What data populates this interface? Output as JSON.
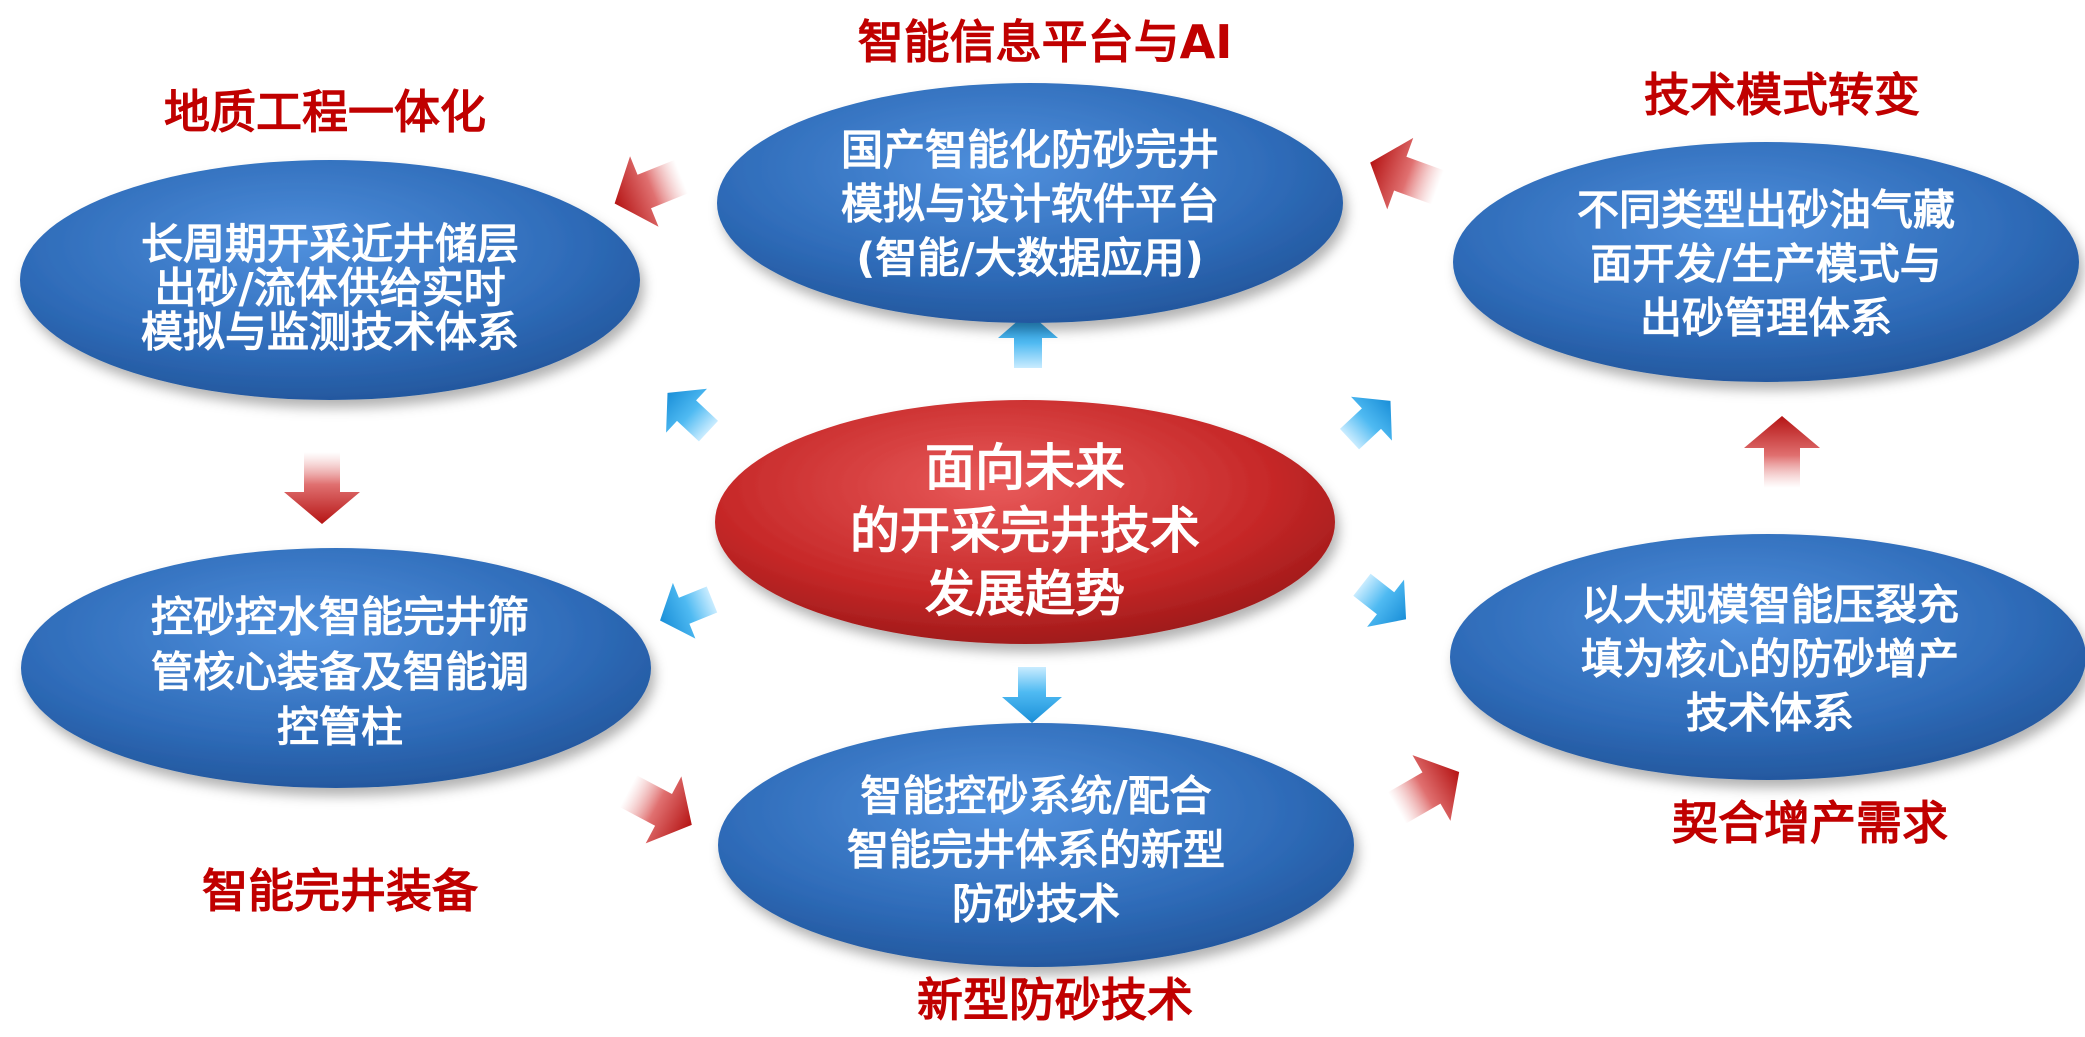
{
  "center": {
    "lines": [
      "面向未来",
      "的开采完井技术",
      "发展趋势"
    ],
    "color": "#c62828"
  },
  "nodes": [
    {
      "key": "top",
      "caption": "智能信息平台与AI",
      "lines": [
        "国产智能化防砂完井",
        "模拟与设计软件平台",
        "(智能/大数据应用)"
      ]
    },
    {
      "key": "top-left",
      "caption": "地质工程一体化",
      "lines": [
        "长周期开采近井储层",
        "出砂/流体供给实时",
        "模拟与监测技术体系"
      ]
    },
    {
      "key": "top-right",
      "caption": "技术模式转变",
      "lines": [
        "不同类型出砂油气藏",
        "面开发/生产模式与",
        "出砂管理体系"
      ]
    },
    {
      "key": "bottom-left",
      "caption": "智能完井装备",
      "lines": [
        "控砂控水智能完井筛",
        "管核心装备及智能调",
        "控管柱"
      ]
    },
    {
      "key": "bottom",
      "caption": "新型防砂技术",
      "lines": [
        "智能控砂系统/配合",
        "智能完井体系的新型",
        "防砂技术"
      ]
    },
    {
      "key": "bottom-right",
      "caption": "契合增产需求",
      "lines": [
        "以大规模智能压裂充",
        "填为核心的防砂增产",
        "技术体系"
      ]
    }
  ],
  "colors": {
    "node_fill": "#2e6bb8",
    "center_fill": "#c62828",
    "caption": "#c00000",
    "inner_arrow": "#29a3e8",
    "outer_arrow": "#c62828"
  }
}
